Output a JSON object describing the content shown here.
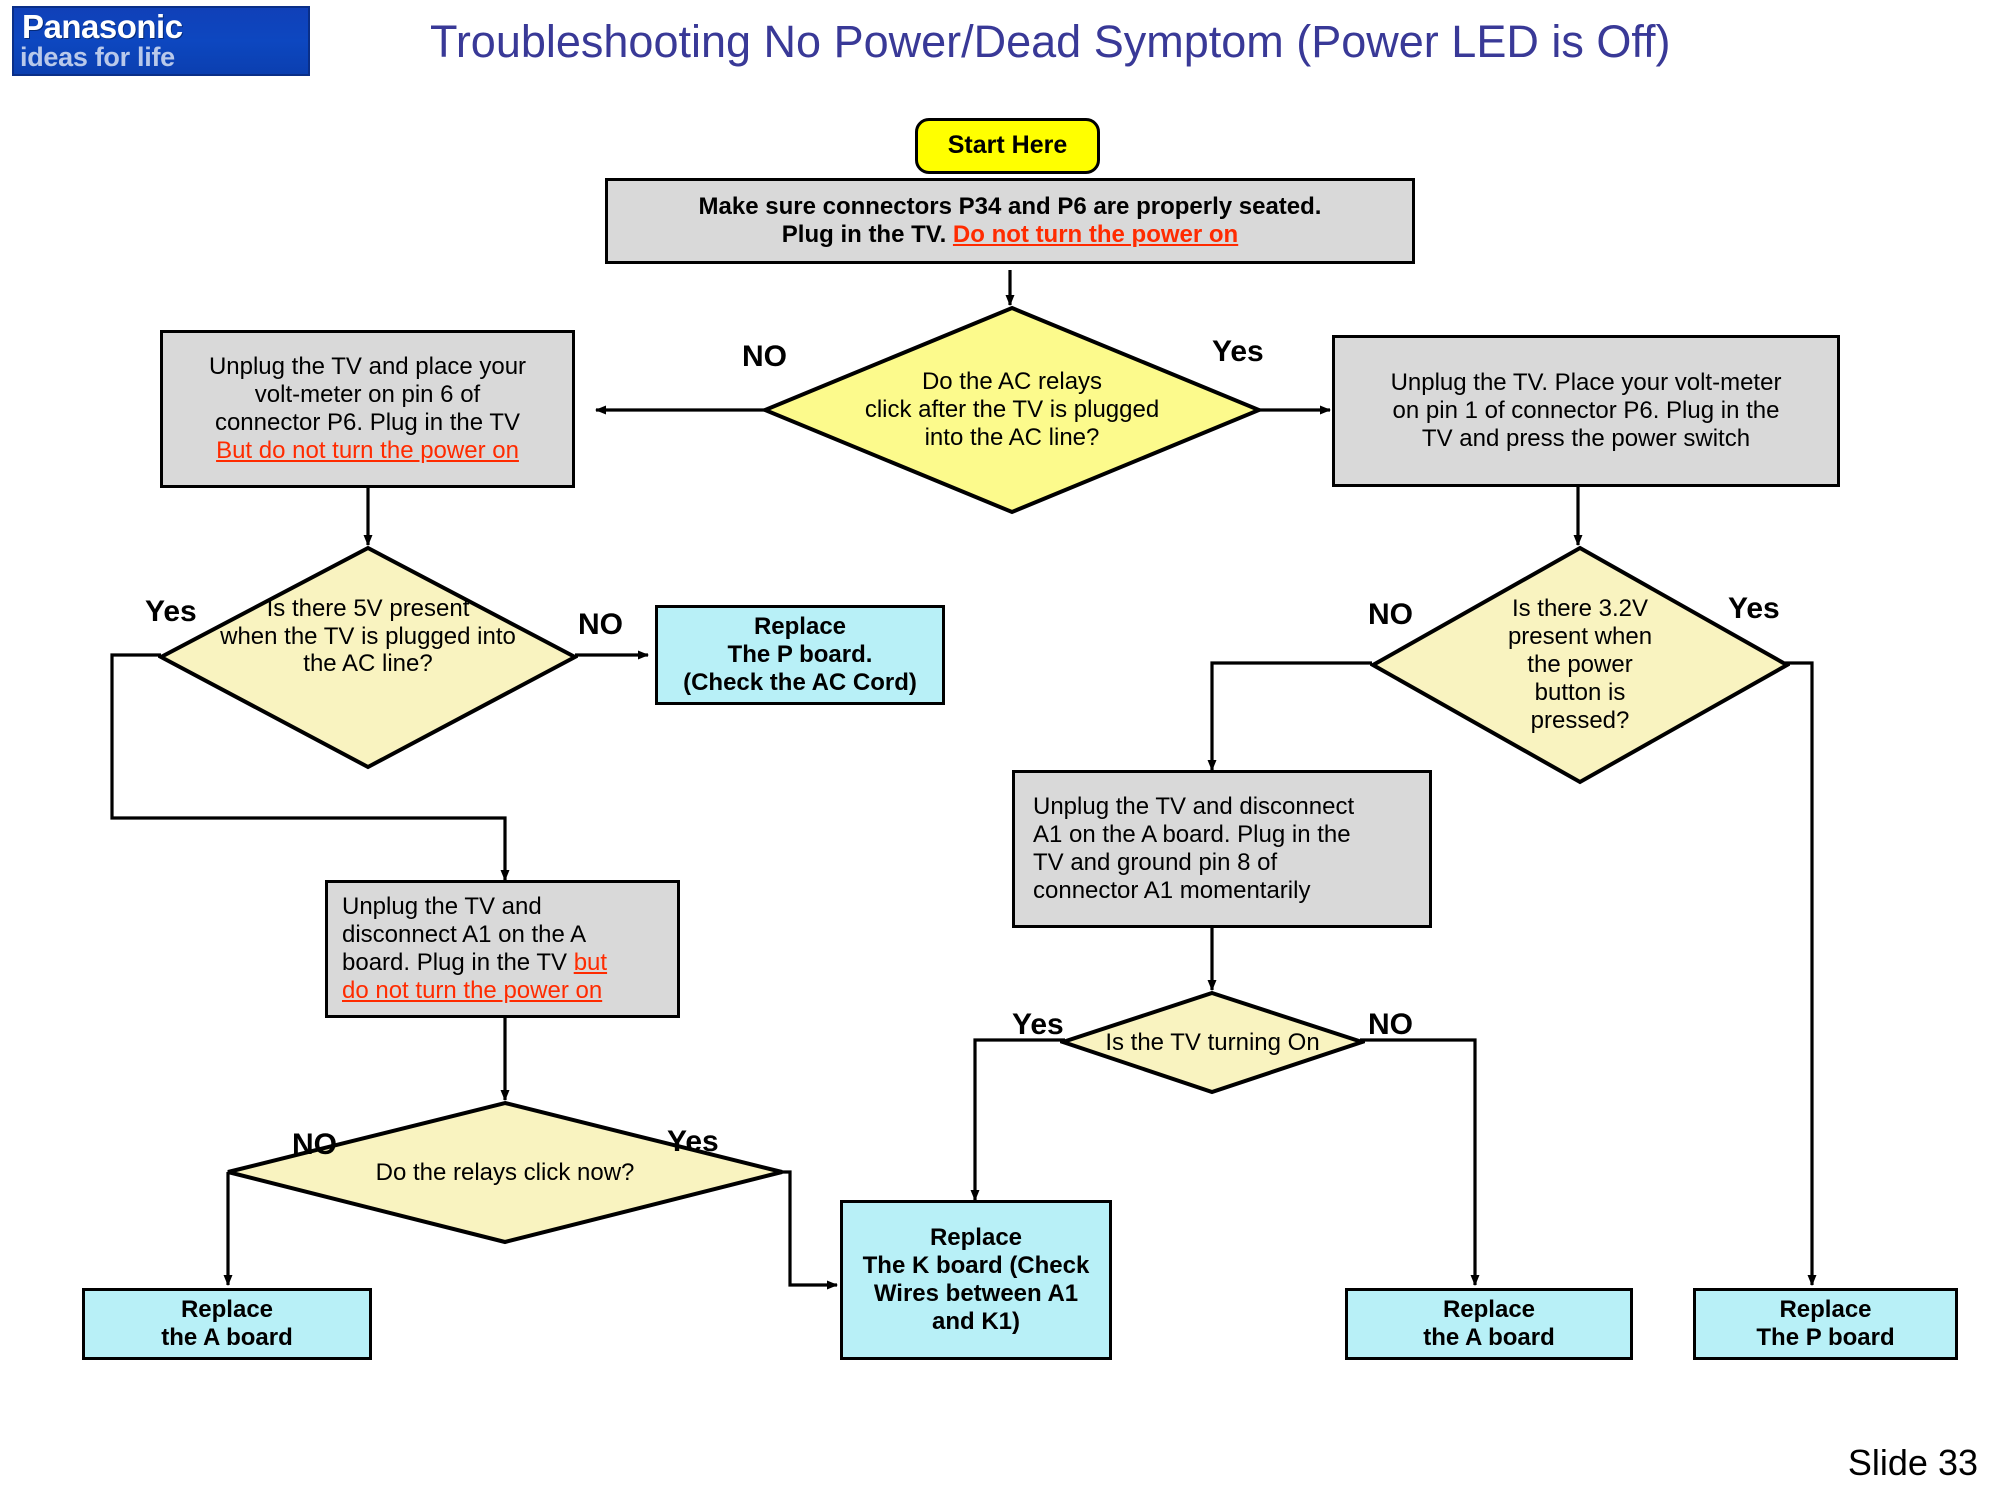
{
  "header": {
    "logo_brand": "Panasonic",
    "logo_tagline": "ideas for life",
    "title": "Troubleshooting No Power/Dead Symptom (Power LED is Off)"
  },
  "footer": {
    "slide_number": "Slide 33"
  },
  "colors": {
    "title_purple": "#393997",
    "process_gray": "#d9d9d9",
    "decision_yellow": "#f9f3c0",
    "decision_yellow_bright": "#fcfa8c",
    "result_cyan": "#b8f0f7",
    "start_yellow": "#ffff00",
    "warning_red": "#ff2b00",
    "logo_blue": "#0d47c0"
  },
  "nodes": {
    "start": {
      "label": "Start Here",
      "type": "start"
    },
    "step_seat_connectors": {
      "type": "process",
      "line1": "Make sure connectors P34 and P6 are properly seated.",
      "line2_a": "Plug in the TV.",
      "line2_warn": "Do not turn the power on"
    },
    "decision_ac_relays": {
      "type": "decision",
      "line1": "Do the AC relays",
      "line2": "click after the TV  is plugged",
      "line3": "into the AC line?"
    },
    "step_pin6": {
      "type": "process",
      "line1": "Unplug the TV and place your",
      "line2": "volt-meter on pin 6 of",
      "line3": "connector P6. Plug in the TV",
      "line4_warn": "But do not turn the power on"
    },
    "step_pin1": {
      "type": "process",
      "line1": "Unplug the TV. Place your volt-meter",
      "line2": "on pin 1 of connector P6. Plug in the",
      "line3": "TV and press the power switch"
    },
    "decision_5v": {
      "type": "decision",
      "line1": "Is there 5V present",
      "line2": "when the TV is  plugged into",
      "line3": "the AC line?"
    },
    "result_p_board_ac_cord": {
      "type": "result",
      "line1": "Replace",
      "line2": "The P board.",
      "line3": "(Check the AC Cord)"
    },
    "decision_3v2": {
      "type": "decision",
      "line1": "Is there  3.2V",
      "line2": "present when",
      "line3": "the power",
      "line4": "button is",
      "line5": "pressed?"
    },
    "step_a1_left": {
      "type": "process",
      "line1": "Unplug the TV and",
      "line2": "disconnect A1 on the A",
      "line3_a": "board. Plug in the TV ",
      "line3_warn": "but",
      "line4_warn": "do not turn the power on"
    },
    "step_a1_right": {
      "type": "process",
      "line1": "Unplug the TV and disconnect",
      "line2": "A1 on the A board. Plug in the",
      "line3": "TV and ground pin 8 of",
      "line4": "connector A1 momentarily"
    },
    "decision_relays_click_now": {
      "type": "decision",
      "line1": "Do the relays click now?"
    },
    "decision_tv_turning_on": {
      "type": "decision",
      "line1": "Is the TV turning On"
    },
    "result_a_board_left": {
      "type": "result",
      "line1": "Replace",
      "line2": "the A board"
    },
    "result_k_board": {
      "type": "result",
      "line1": "Replace",
      "line2": "The K board (Check",
      "line3": "Wires between A1",
      "line4": "and K1)"
    },
    "result_a_board_right": {
      "type": "result",
      "line1": "Replace",
      "line2": "the A board"
    },
    "result_p_board": {
      "type": "result",
      "line1": "Replace",
      "line2": "The P board"
    }
  },
  "edge_labels": {
    "ac_relays_no": "NO",
    "ac_relays_yes": "Yes",
    "v5_yes": "Yes",
    "v5_no": "NO",
    "v3v2_no": "NO",
    "v3v2_yes": "Yes",
    "tv_on_yes": "Yes",
    "tv_on_no": "NO",
    "relays_now_no": "NO",
    "relays_now_yes": "Yes"
  }
}
